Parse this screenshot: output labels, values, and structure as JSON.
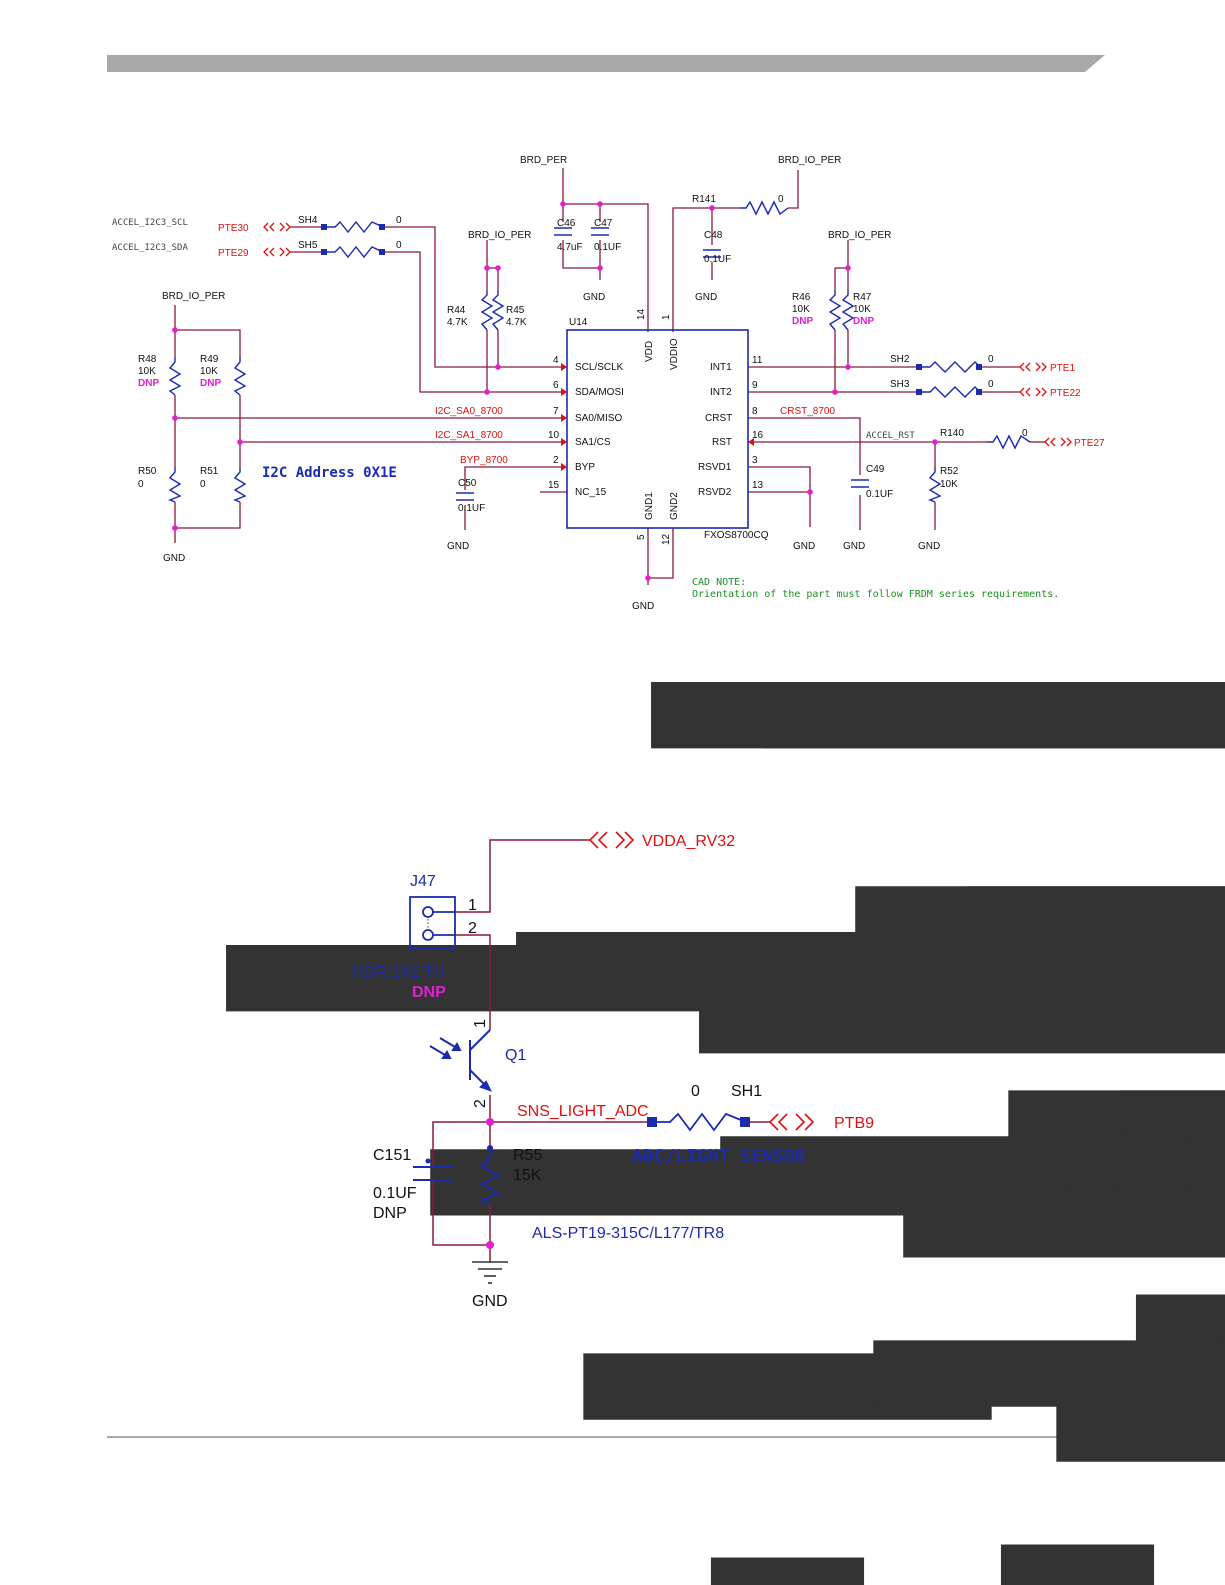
{
  "colors": {
    "wire": "#8b1a3a",
    "part": "#1a2bb0",
    "net": "#e01010",
    "dnp": "#e020d0",
    "junction": "#e020d0",
    "note": "#1a9020",
    "text": "#111111",
    "header_bar": "#a8a8a8"
  },
  "accel": {
    "nets": {
      "brd_per": "BRD_PER",
      "brd_io_per_1": "BRD_IO_PER",
      "brd_io_per_2": "BRD_IO_PER",
      "brd_io_per_3": "BRD_IO_PER",
      "brd_io_per_4": "BRD_IO_PER",
      "accel_scl": "ACCEL_I2C3_SCL",
      "accel_sda": "ACCEL_I2C3_SDA",
      "accel_rst": "ACCEL_RST",
      "i2c_sa0": "I2C_SA0_8700",
      "i2c_sa1": "I2C_SA1_8700",
      "byp": "BYP_8700",
      "crst": "CRST_8700"
    },
    "ports": {
      "pte30": "PTE30",
      "pte29": "PTE29",
      "pte1": "PTE1",
      "pte22": "PTE22",
      "pte27": "PTE27"
    },
    "shunts": {
      "sh4": "SH4",
      "sh4_val": "0",
      "sh5": "SH5",
      "sh5_val": "0",
      "sh2": "SH2",
      "sh2_val": "0",
      "sh3": "SH3",
      "sh3_val": "0"
    },
    "caps": {
      "c46": "C46",
      "c46_val": "4.7uF",
      "c47": "C47",
      "c47_val": "0.1UF",
      "c48": "C48",
      "c48_val": "0.1UF",
      "c49": "C49",
      "c49_val": "0.1UF",
      "c50": "C50",
      "c50_val": "0.1UF"
    },
    "resistors": {
      "r141": "R141",
      "r141_val": "0",
      "r140": "R140",
      "r140_val": "0",
      "r44": "R44",
      "r44_val": "4.7K",
      "r45": "R45",
      "r45_val": "4.7K",
      "r46": "R46",
      "r46_val": "10K",
      "r46_dnp": "DNP",
      "r47": "R47",
      "r47_val": "10K",
      "r47_dnp": "DNP",
      "r48": "R48",
      "r48_val": "10K",
      "r48_dnp": "DNP",
      "r49": "R49",
      "r49_val": "10K",
      "r49_dnp": "DNP",
      "r50": "R50",
      "r50_val": "0",
      "r51": "R51",
      "r51_val": "0",
      "r52": "R52",
      "r52_val": "10K"
    },
    "ic": {
      "ref": "U14",
      "part": "FXOS8700CQ",
      "pins": {
        "scl": "SCL/SCLK",
        "scl_n": "4",
        "sda": "SDA/MOSI",
        "sda_n": "6",
        "sa0": "SA0/MISO",
        "sa0_n": "7",
        "sa1": "SA1/CS",
        "sa1_n": "10",
        "byp": "BYP",
        "byp_n": "2",
        "nc": "NC_15",
        "nc_n": "15",
        "int1": "INT1",
        "int1_n": "11",
        "int2": "INT2",
        "int2_n": "9",
        "crst": "CRST",
        "crst_n": "8",
        "rst": "RST",
        "rst_n": "16",
        "rsvd1": "RSVD1",
        "rsvd1_n": "3",
        "rsvd2": "RSVD2",
        "rsvd2_n": "13",
        "vdd": "VDD",
        "vdd_n": "14",
        "vddio": "VDDIO",
        "vddio_n": "1",
        "gnd1": "GND1",
        "gnd1_n": "5",
        "gnd2": "GND2",
        "gnd2_n": "12"
      }
    },
    "gnd": "GND",
    "i2c_address": "I2C Address 0X1E",
    "cad_note_title": "CAD NOTE:",
    "cad_note_text": "Orientation of the part must follow FRDM series requirements."
  },
  "light": {
    "vdda": "VDDA_RV32",
    "j47": "J47",
    "hdr": "HDR 1X2 TH",
    "hdr_dnp": "DNP",
    "pin1": "1",
    "pin2": "2",
    "q1": "Q1",
    "q1_pin1": "1",
    "q1_pin2": "2",
    "sns": "SNS_LIGHT_ADC",
    "sh1_val": "0",
    "sh1": "SH1",
    "ptb9": "PTB9",
    "c151": "C151",
    "c151_val": "0.1UF",
    "c151_dnp": "DNP",
    "r55": "R55",
    "r55_val": "15K",
    "part": "ALS-PT19-315C/L177/TR8",
    "gnd": "GND",
    "label": "ADC/LIGHT SENSOR"
  }
}
